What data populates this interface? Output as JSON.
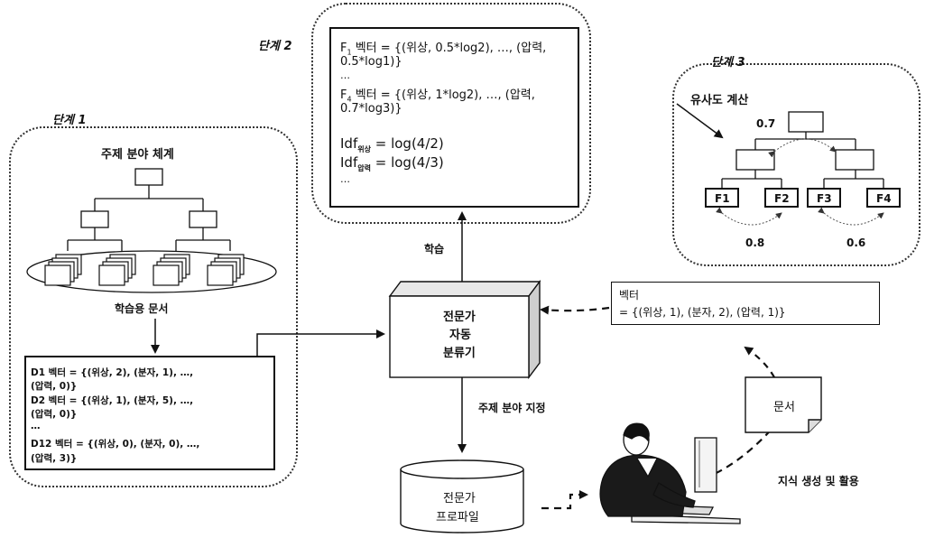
{
  "steps": {
    "step1": "단계 1",
    "step2": "단계 2",
    "step3": "단계 3"
  },
  "step1": {
    "taxonomy_title": "주제 분야 체계",
    "training_docs": "학습용 문서",
    "vectors": {
      "line1": "D1 벡터 = {(위상, 2), (분자, 1), …,",
      "line2": "(압력, 0)}",
      "line3": "D2 벡터 = {(위상, 1), (분자, 5), …,",
      "line4": "(압력, 0)}",
      "line5": "…",
      "line6": "D12 벡터 = {(위상, 0), (분자, 0), …,",
      "line7": "(압력, 3)}"
    }
  },
  "step2": {
    "f1_prefix": "F",
    "f1_sub": "1",
    "f1_rest": " 벡터 = {(위상, 0.5*log2), …, (압력,",
    "f1_line2": "0.5*log1)}",
    "dots1": "…",
    "f4_prefix": "F",
    "f4_sub": "4",
    "f4_rest": " 벡터 = {(위상, 1*log2), …, (압력,",
    "f4_line2": "0.7*log3)}",
    "idf1_prefix": "Idf",
    "idf1_sub": "위상",
    "idf1_rest": " = log(4/2)",
    "idf2_prefix": "Idf",
    "idf2_sub": "압력",
    "idf2_rest": " = log(4/3)",
    "dots2": "…"
  },
  "step3": {
    "similarity": "유사도 계산",
    "sim_top": "0.7",
    "leaves": [
      "F1",
      "F2",
      "F3",
      "F4"
    ],
    "sim_left": "0.8",
    "sim_right": "0.6"
  },
  "center": {
    "classifier_line1": "전문가",
    "classifier_line2": "자동",
    "classifier_line3": "분류기",
    "learning": "학습",
    "assign_field": "주제 분야 지정",
    "profile_line1": "전문가",
    "profile_line2": "프로파일"
  },
  "right": {
    "vector_line1": "벡터",
    "vector_line2": "= {(위상, 1), (분자, 2), (압력, 1)}",
    "document": "문서",
    "knowledge": "지식 생성 및 활용"
  }
}
